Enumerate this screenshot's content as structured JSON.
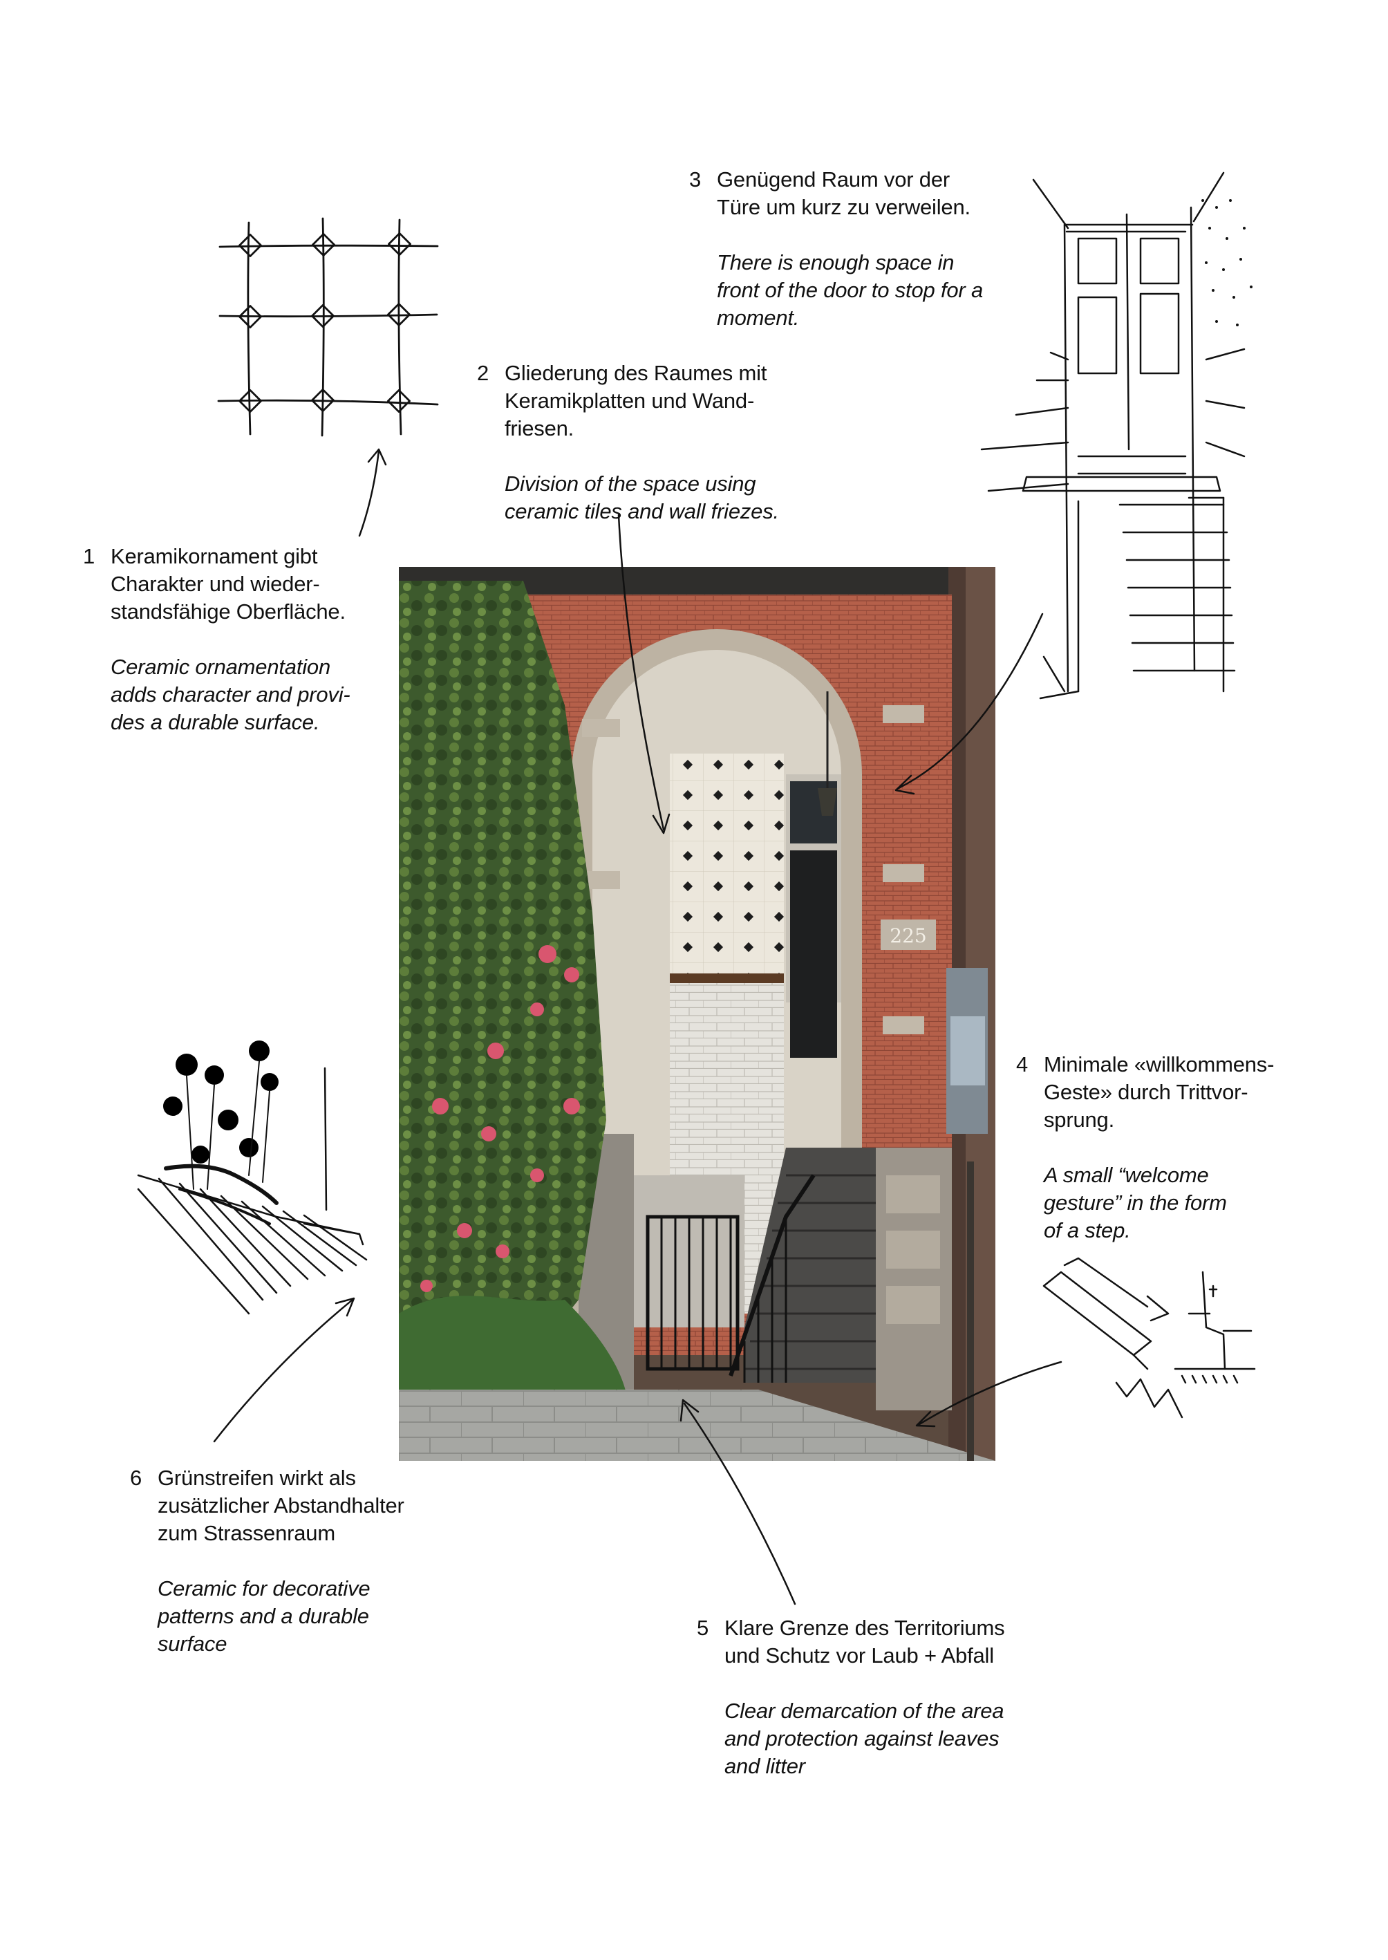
{
  "annotations": [
    {
      "number": "1",
      "german": "Keramikornament gibt\nCharakter und wieder-\nstandsfähige Oberfläche.",
      "english": "Ceramic ornamentation\nadds character and provi-\ndes a durable surface."
    },
    {
      "number": "2",
      "german": "Gliederung des Raumes mit\nKeramikplatten und Wand-\nfriesen.",
      "english": "Division of the space using\nceramic tiles and wall friezes."
    },
    {
      "number": "3",
      "german": "Genügend Raum vor der\nTüre um kurz zu verweilen.",
      "english": "There is enough space in\nfront of the door to stop for a\nmoment."
    },
    {
      "number": "4",
      "german": "Minimale «willkommens-\nGeste» durch Trittvor-\nsprung.",
      "english": "A small “welcome\ngesture” in the form\nof a step."
    },
    {
      "number": "5",
      "german": "Klare Grenze des Territoriums\nund Schutz vor Laub + Abfall",
      "english": "Clear demarcation of the area\nand protection against leaves\nand litter"
    },
    {
      "number": "6",
      "german": "Grünstreifen wirkt als\nzusätzlicher Abstandhalter\nzum Strassenraum",
      "english": "Ceramic for decorative\npatterns and a durable\nsurface"
    }
  ],
  "photo": {
    "house_number": "225"
  },
  "colors": {
    "brick": "#b5604a",
    "stone": "#b4aa9c",
    "ink": "#111111"
  },
  "icons": [
    "tile-grid-sketch-icon",
    "doorway-sketch-icon",
    "rose-garden-sketch-icon",
    "step-detail-sketch-icon"
  ]
}
